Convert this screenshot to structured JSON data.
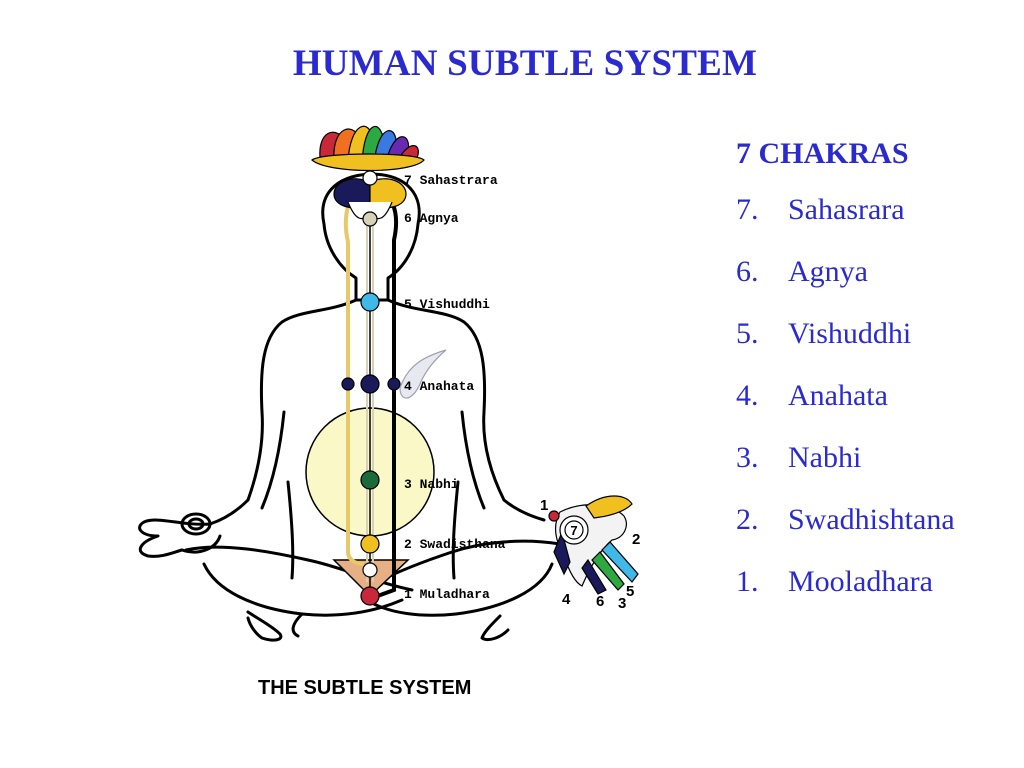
{
  "slide": {
    "title": "HUMAN SUBTLE SYSTEM"
  },
  "figure": {
    "caption": "THE SUBTLE SYSTEM",
    "chakra_labels": [
      "7 Sahastrara",
      "6 Agnya",
      "5 Vishuddhi",
      "4 Anahata",
      "3 Nabhi",
      "2 Swadisthana",
      "1 Muladhara"
    ],
    "left_palm_number": "7",
    "finger_numbers": [
      "1",
      "2",
      "3",
      "4",
      "5",
      "6"
    ],
    "colors": {
      "outline": "#000000",
      "central_channel": "#d8d0b8",
      "left_channel": "#e8c868",
      "right_channel": "#000000",
      "nabhi_glow": "#fbf8c8",
      "chakra_navy": "#1a1a5a",
      "vishuddhi": "#40b8e8",
      "nabhi": "#1a6a3a",
      "muladhara": "#c8283a",
      "swadisthana": "#f0c020"
    }
  },
  "chakra_list": {
    "heading": "7 CHAKRAS",
    "items": [
      {
        "number": "7.",
        "name": "Sahasrara"
      },
      {
        "number": "6.",
        "name": "Agnya"
      },
      {
        "number": "5.",
        "name": "Vishuddhi"
      },
      {
        "number": "4.",
        "name": "Anahata"
      },
      {
        "number": "3.",
        "name": "Nabhi"
      },
      {
        "number": "2.",
        "name": "Swadhishtana"
      },
      {
        "number": "1.",
        "name": "Mooladhara"
      }
    ]
  }
}
